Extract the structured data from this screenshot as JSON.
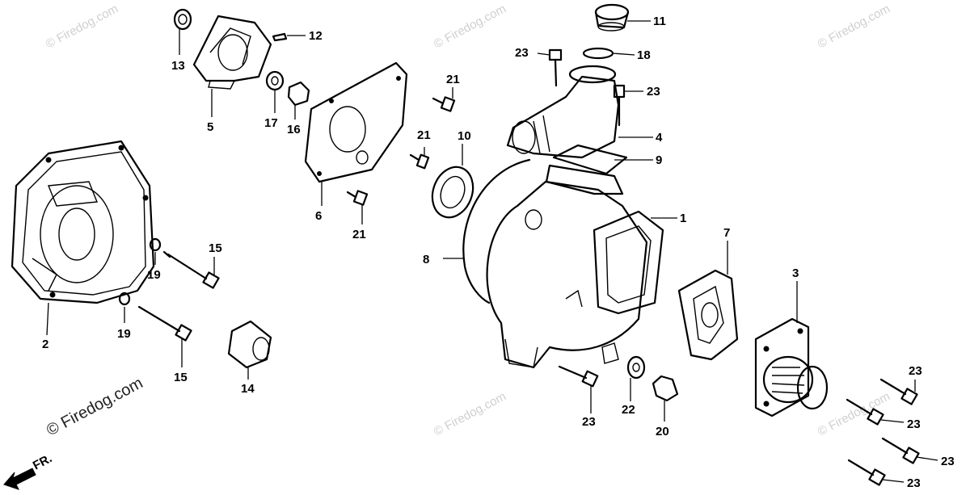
{
  "diagram": {
    "watermark_text": "© Firedog.com",
    "watermark_corner_text": "© Firedog.com",
    "front_indicator": "FR.",
    "callouts": {
      "c1": "1",
      "c2": "2",
      "c3": "3",
      "c4": "4",
      "c5": "5",
      "c6": "6",
      "c7": "7",
      "c8": "8",
      "c9": "9",
      "c10": "10",
      "c11": "11",
      "c12": "12",
      "c13": "13",
      "c14": "14",
      "c15a": "15",
      "c15b": "15",
      "c16": "16",
      "c17": "17",
      "c18": "18",
      "c19a": "19",
      "c19b": "19",
      "c20": "20",
      "c21a": "21",
      "c21b": "21",
      "c21c": "21",
      "c22": "22",
      "c23a": "23",
      "c23b": "23",
      "c23c": "23",
      "c23d": "23",
      "c23e": "23",
      "c23f": "23",
      "c23g": "23"
    }
  }
}
